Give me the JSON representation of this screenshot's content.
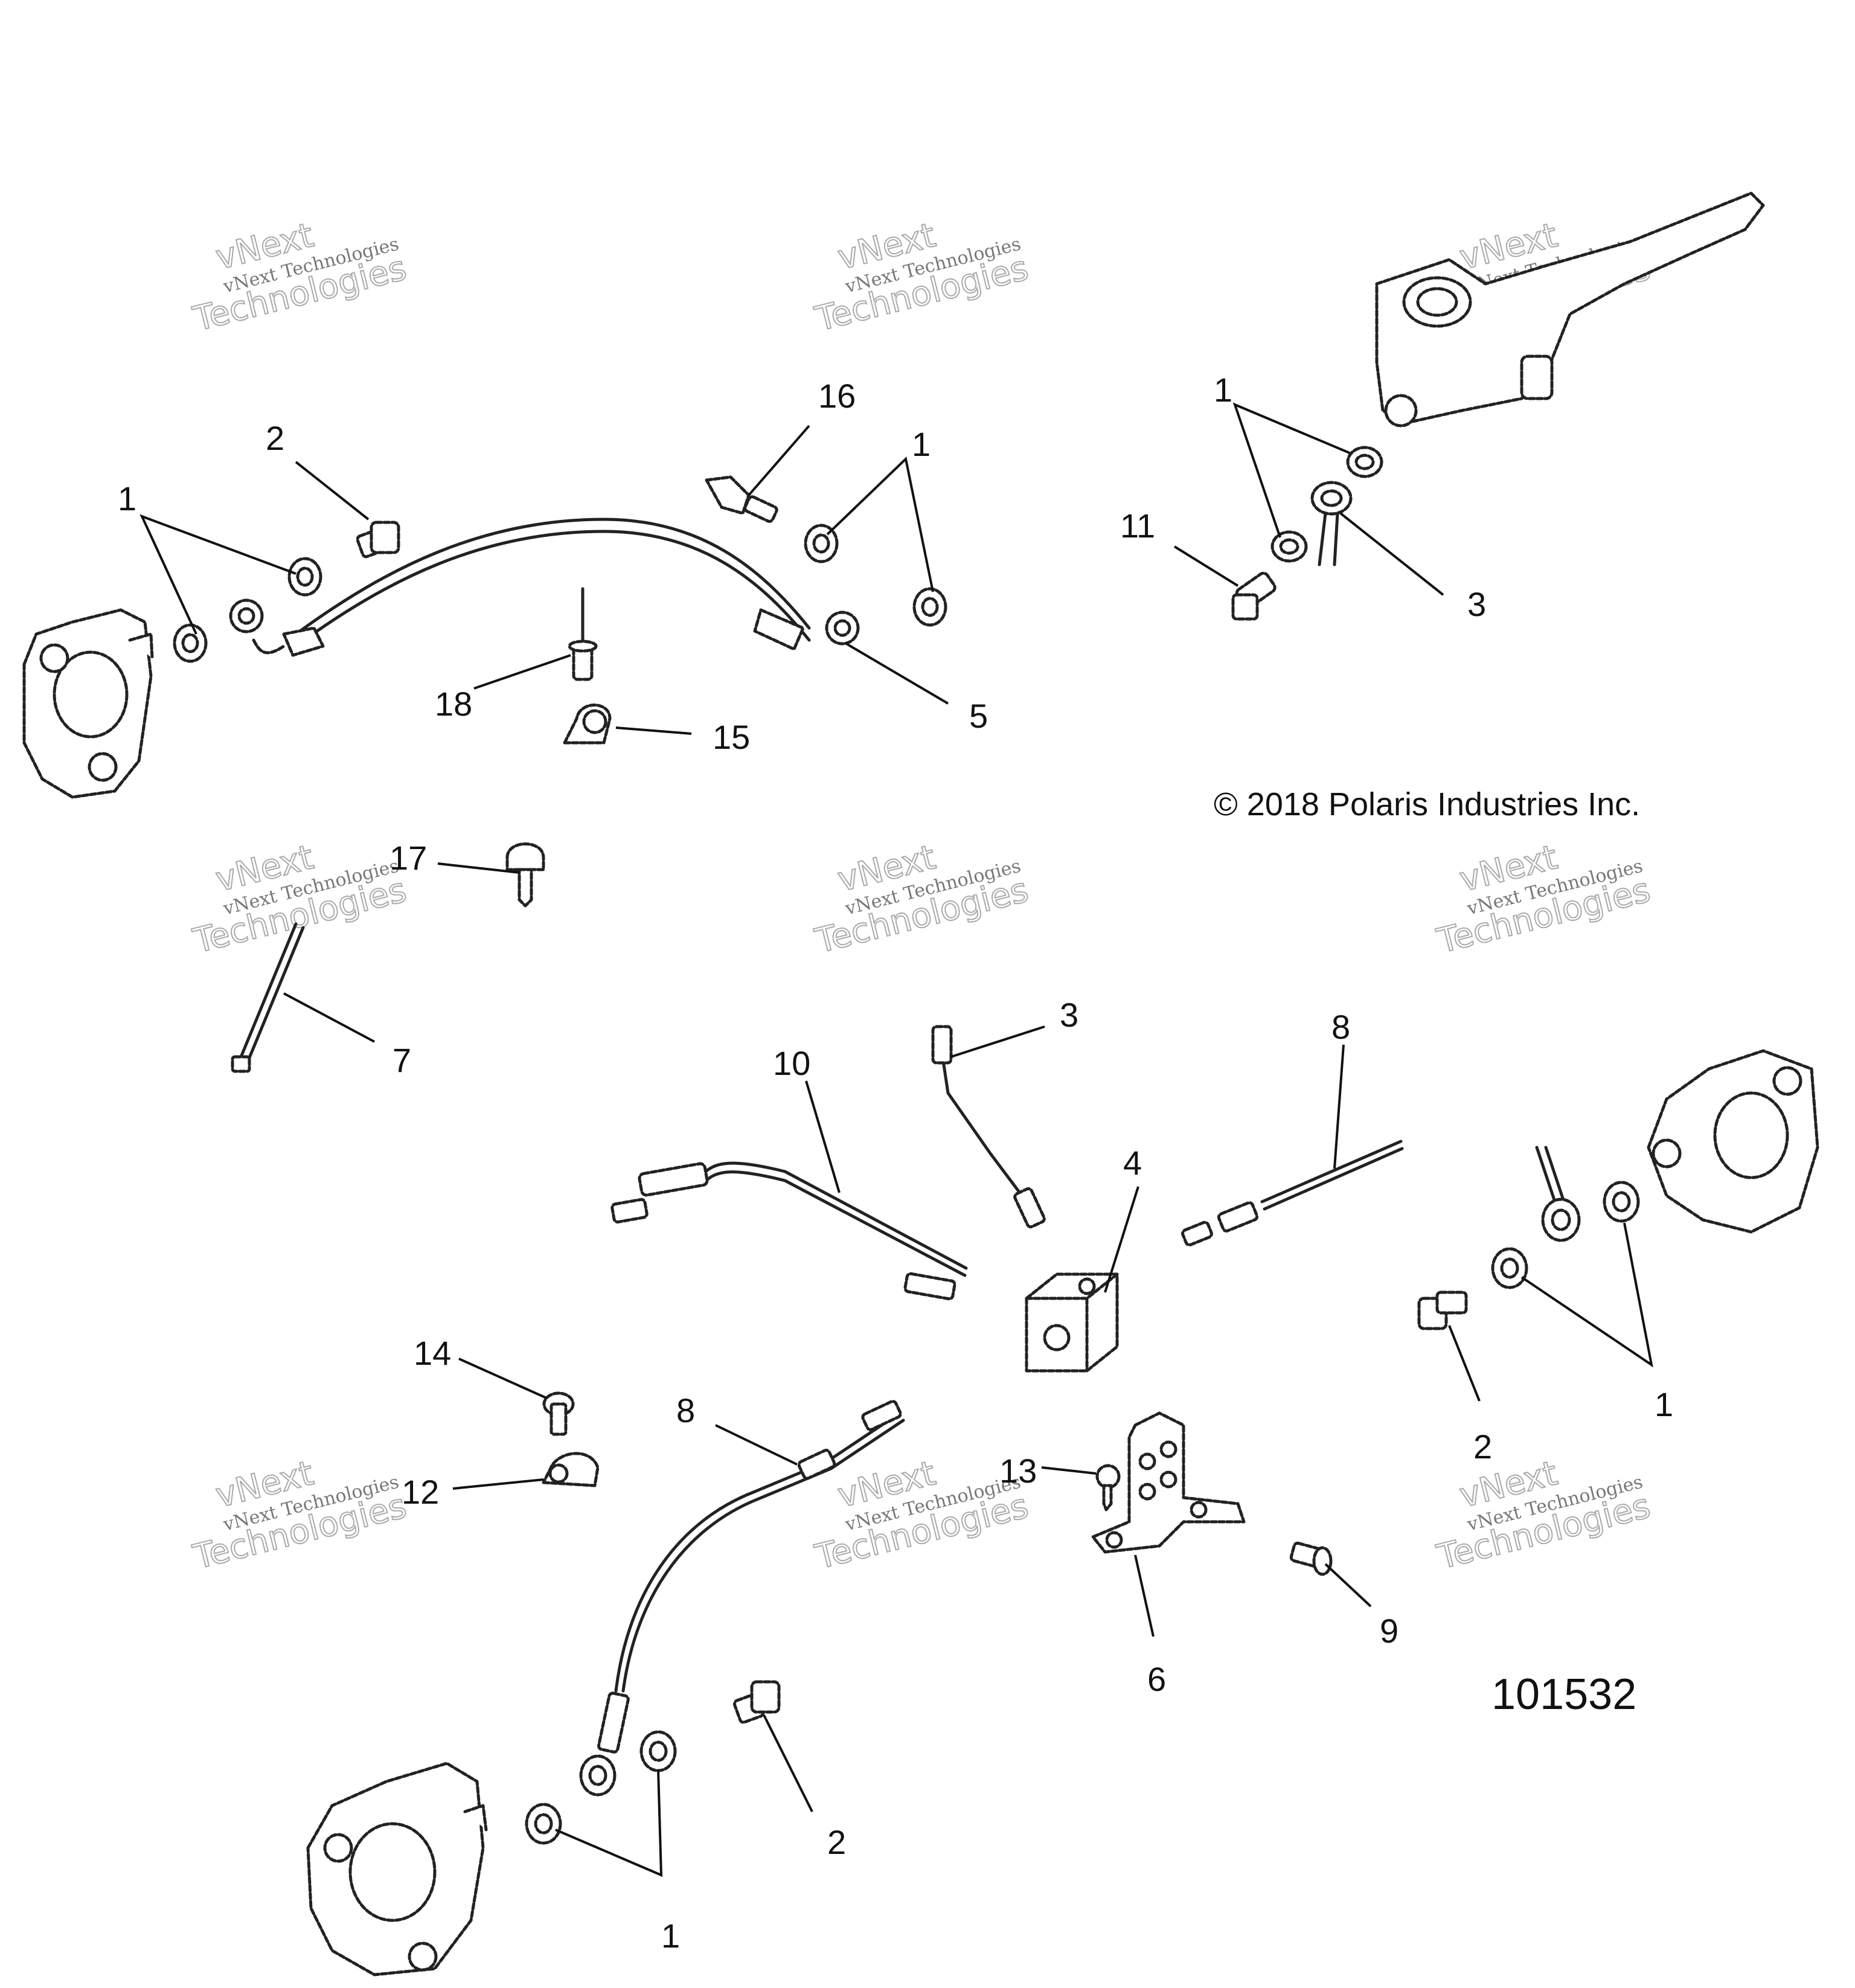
{
  "watermark": {
    "small_text": "vNext Technologies",
    "big_text_1": "vNext",
    "big_text_2": "Technologies"
  },
  "copyright": "© 2018 Polaris Industries Inc.",
  "figure_number": "101532",
  "callouts": {
    "c_1a": "1",
    "c_1b": "1",
    "c_1c": "1",
    "c_1d": "1",
    "c_1e": "1",
    "c_2a": "2",
    "c_2b": "2",
    "c_2c": "2",
    "c_3a": "3",
    "c_3b": "3",
    "c_4": "4",
    "c_5": "5",
    "c_6": "6",
    "c_7": "7",
    "c_8a": "8",
    "c_8b": "8",
    "c_9": "9",
    "c_10": "10",
    "c_11": "11",
    "c_12": "12",
    "c_13": "13",
    "c_14": "14",
    "c_15": "15",
    "c_16": "16",
    "c_17": "17",
    "c_18": "18"
  }
}
